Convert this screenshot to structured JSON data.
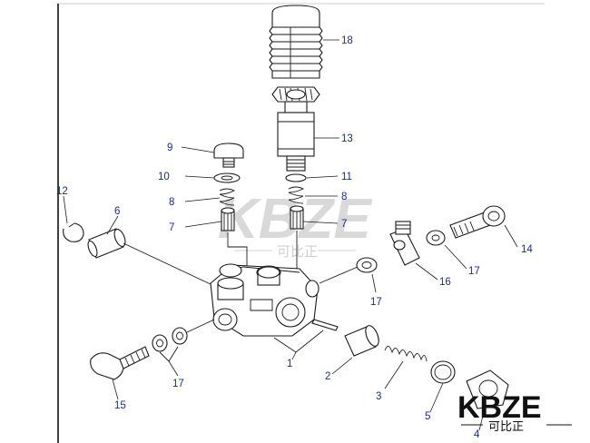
{
  "callouts": {
    "c1": "1",
    "c2": "2",
    "c3": "3",
    "c4": "4",
    "c5": "5",
    "c6": "6",
    "c7a": "7",
    "c7b": "7",
    "c8a": "8",
    "c8b": "8",
    "c9": "9",
    "c10": "10",
    "c11": "11",
    "c12": "12",
    "c13": "13",
    "c14": "14",
    "c15": "15",
    "c16": "16",
    "c17a": "17",
    "c17b": "17",
    "c17c": "17",
    "c18": "18"
  },
  "watermark": {
    "center_brand": "KBZE",
    "center_cn": "可比正",
    "corner_brand": "KBZE",
    "corner_cn": "可比正"
  },
  "colors": {
    "label": "#1a2a9a",
    "line": "#1a1a1a",
    "watermark": "#d9d9d9",
    "logo": "#111111"
  }
}
